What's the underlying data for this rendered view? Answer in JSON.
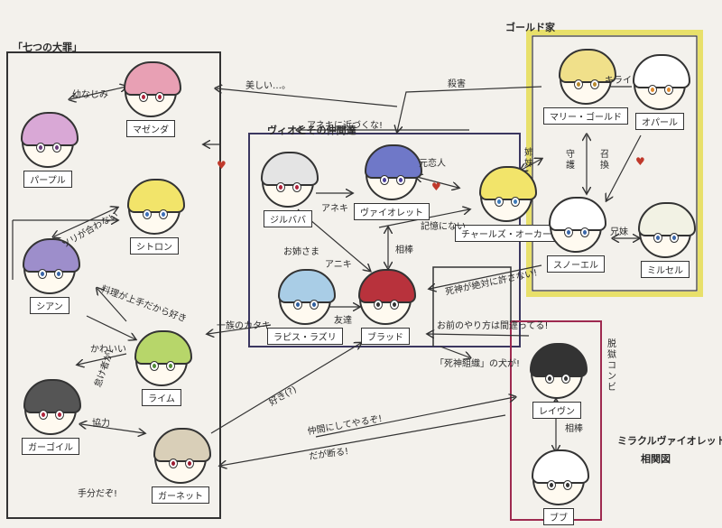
{
  "groups": {
    "seven_sins": "「七つの大罪」",
    "gold_family": "ゴールド家",
    "vio_friends": "ヴィオとその仲間達",
    "escape_combi": "脱獄コンビ"
  },
  "title": {
    "line1": "ミラクルヴァイオレット",
    "line2": "相関図"
  },
  "characters": {
    "magenda": "マゼンダ",
    "purple": "パープル",
    "citron": "シトロン",
    "cyan": "シアン",
    "lime": "ライム",
    "gargoyle": "ガーゴイル",
    "garnet": "ガーネット",
    "jirubaba": "ジルババ",
    "violet": "ヴァイオレット",
    "charles": "チャールズ・オーカー",
    "lapis": "ラピス・ラズリ",
    "blood": "ブラッド",
    "marygold": "マリー・ゴールド",
    "opal": "オパール",
    "snowel": "スノーエル",
    "mirusel": "ミルセル",
    "raven": "レイヴン",
    "bubu": "ブブ"
  },
  "relations": {
    "osananajimi": "幼なじみ",
    "utsukushii": "美しい…。",
    "satsugai": "殺害",
    "kirai": "キライ",
    "aniki_chikazuku": "アネキに近づくな!",
    "motokoibito": "元恋人",
    "anoki": "アネキ",
    "kioku_nai": "記憶にない",
    "sisters": "姉妹",
    "shugo": "守護",
    "shokan": "召換",
    "kyodai": "兄妹",
    "onesama": "お姉さま",
    "aibou_blood": "相棒",
    "aniki": "アニキ",
    "tomodachi": "友達",
    "sorinaru": "ソリが合わない",
    "ryouri": "料理が上手だから好き",
    "kawaii": "かわいい",
    "namakemono": "怠け者が!",
    "kyoryoku": "協力",
    "tebun": "手分だぞ!",
    "ichizoku": "一族のカタキ",
    "suki": "好き(?)",
    "shinigami": "死神が絶対に許さない!",
    "kisama": "お前のやり方は間違ってる!",
    "shinigami_so": "「死神組織」の犬が!",
    "nakama": "仲間にしてやるぞ!",
    "dakara": "だが断る!",
    "aibou_raven": "相棒"
  },
  "colors": {
    "seven_box": "#333333",
    "gold_box": "#e8e06a",
    "vio_box": "#3b3760",
    "escape_box": "#9e2a50",
    "heart": "#c0392b"
  }
}
